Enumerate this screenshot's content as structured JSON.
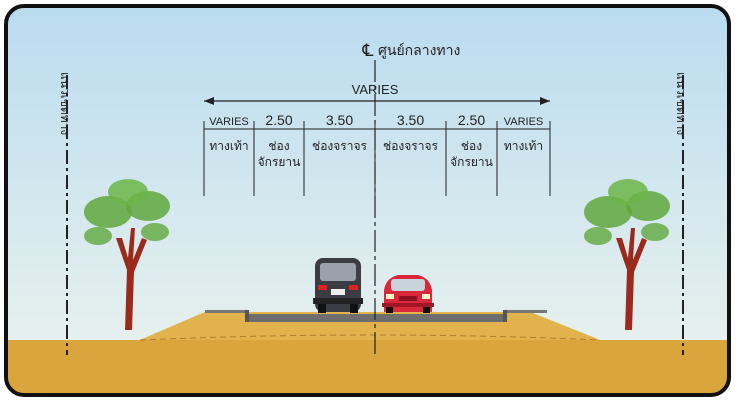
{
  "centerline": {
    "symbol": "℄",
    "label": "ศูนย์กลางทาง"
  },
  "row_boundary_label": "แนวเขตทาง",
  "overall_width": "VARIES",
  "segments": [
    {
      "width": "VARIES",
      "name": [
        "ทางเท้า"
      ]
    },
    {
      "width": "2.50",
      "name": [
        "ช่อง",
        "จักรยาน"
      ]
    },
    {
      "width": "3.50",
      "name": [
        "ช่องจราจร"
      ]
    },
    {
      "width": "3.50",
      "name": [
        "ช่องจราจร"
      ]
    },
    {
      "width": "2.50",
      "name": [
        "ช่อง",
        "จักรยาน"
      ]
    },
    {
      "width": "VARIES",
      "name": [
        "ทางเท้า"
      ]
    }
  ],
  "colors": {
    "sky_top": "#b9dbef",
    "sky_bottom": "#eef4ee",
    "ground": "#d9a53c",
    "embankment": "#e2b34d",
    "pavement": "#6d6d6d",
    "car_red": "#d8283a",
    "van_dark": "#3c3c44",
    "tree_green": "#5fa83d",
    "tree_trunk": "#9a2a1c"
  }
}
